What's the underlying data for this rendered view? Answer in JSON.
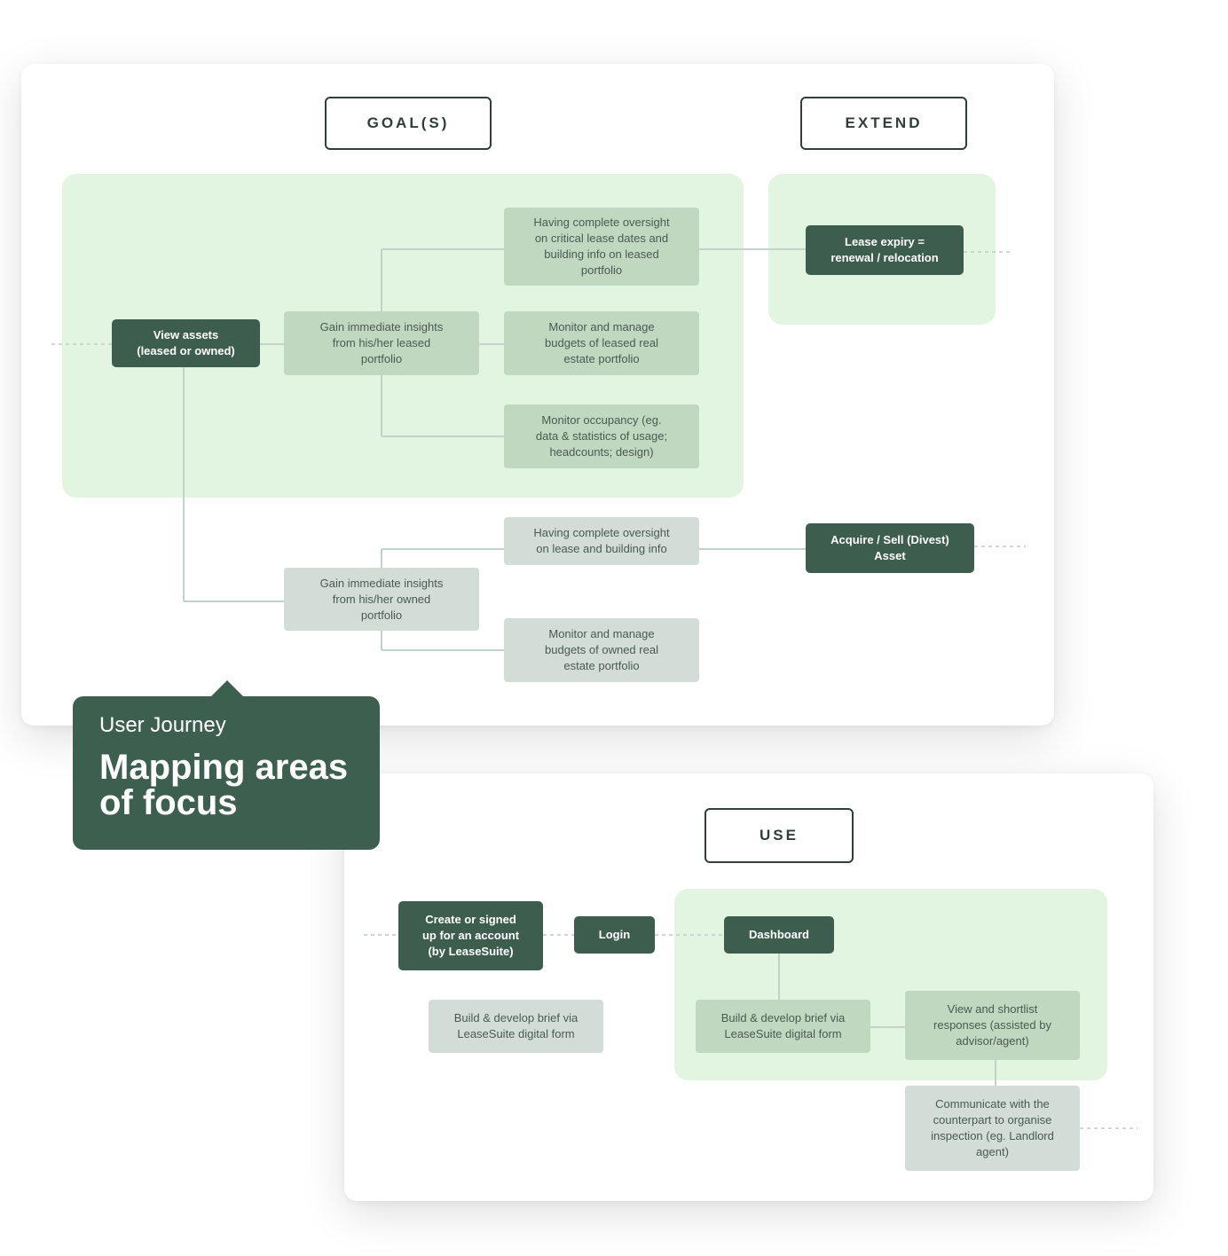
{
  "labels": {
    "goals": "GOAL(S)",
    "extend": "EXTEND",
    "use": "USE"
  },
  "callout": {
    "kicker": "User Journey",
    "heading": "Mapping areas of focus"
  },
  "goals": {
    "view_assets": "View assets\n(leased or owned)",
    "leased_insights": "Gain immediate insights\nfrom his/her leased\nportfolio",
    "leased_oversight": "Having complete oversight\non critical lease dates and\nbuilding info on leased\nportfolio",
    "leased_budgets": "Monitor and manage\nbudgets of leased real\nestate portfolio",
    "occupancy": "Monitor occupancy (eg.\ndata & statistics of usage;\nheadcounts; design)",
    "owned_insights": "Gain immediate insights\nfrom his/her owned\nportfolio",
    "owned_oversight": "Having complete oversight\non lease and building info",
    "owned_budgets": "Monitor and manage\nbudgets of owned real\nestate portfolio"
  },
  "extend": {
    "lease_expiry": "Lease expiry =\nrenewal / relocation",
    "acquire_sell": "Acquire / Sell (Divest)\nAsset"
  },
  "use": {
    "create_account": "Create or signed\nup for an account\n(by LeaseSuite)",
    "login": "Login",
    "dashboard": "Dashboard",
    "build_brief_outside": "Build & develop brief via\nLeaseSuite digital form",
    "build_brief": "Build & develop brief via\nLeaseSuite digital form",
    "view_shortlist": "View and shortlist\nresponses (assisted by\nadvisor/agent)",
    "communicate": "Communicate with the\ncounterpart to organise\ninspection (eg. Landlord\nagent)"
  },
  "colors": {
    "dark_node": "#3d5d4f",
    "zone": "#e1f5e0",
    "green_node": "#c1d8c0",
    "grey_node": "#d3ddd8",
    "connector": "#c3d3cb"
  }
}
